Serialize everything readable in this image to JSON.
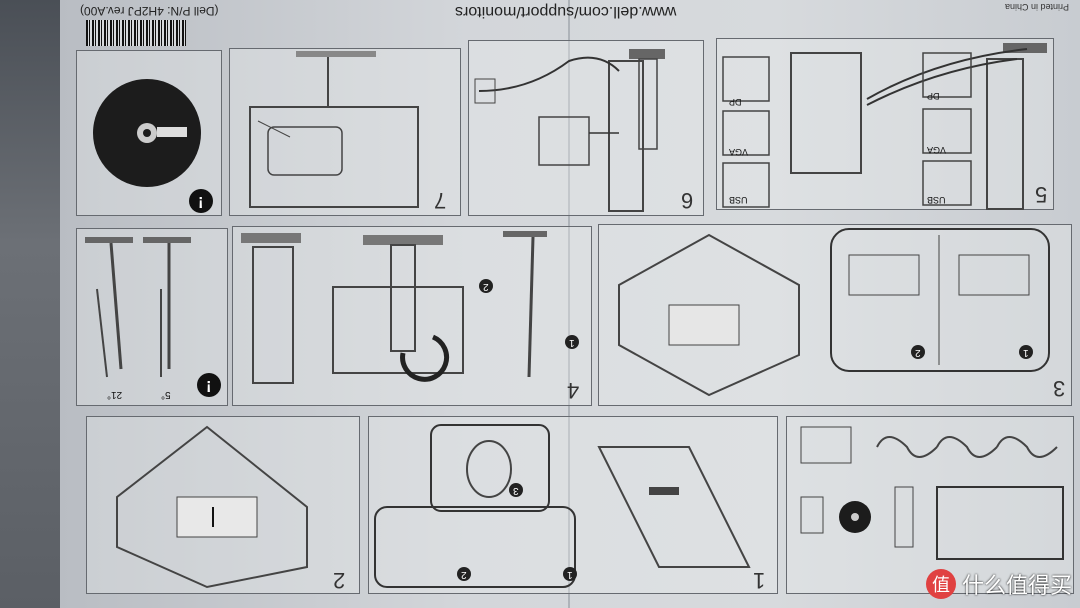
{
  "header": {
    "url": "www.dell.com/support/monitors",
    "part_number": "(Dell P/N: 4H2PJ rev.A00)",
    "printed": "Printed in China"
  },
  "panels": {
    "p1": "1",
    "p2": "2",
    "p3": "3",
    "p4": "4",
    "p5": "5",
    "p6": "6",
    "p7": "7"
  },
  "steps": {
    "s1": "1",
    "s2": "2",
    "s3": "3"
  },
  "connector_labels": {
    "dp": "DP",
    "vga": "VGA",
    "usb": "USB"
  },
  "tilt": {
    "back": "21°",
    "forward": "5°"
  },
  "notice": "!",
  "watermark": {
    "icon": "值",
    "text": "什么值得买"
  }
}
